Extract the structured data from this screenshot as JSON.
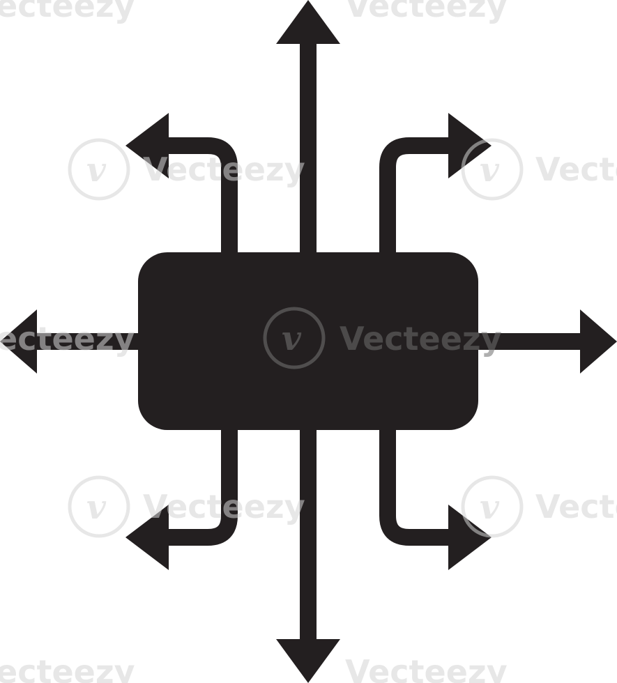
{
  "icon": {
    "name": "distribution-arrows-icon",
    "fill_color": "#231f20",
    "background_color": "#ffffff"
  },
  "watermark": {
    "brand_text": "Vecteezy",
    "edge_text_partial": "Vecte",
    "edge_text_left": "ecteezy",
    "logo_letter": "v",
    "light_color": "#d4d4d4",
    "dark_color": "#6e6e6e"
  }
}
